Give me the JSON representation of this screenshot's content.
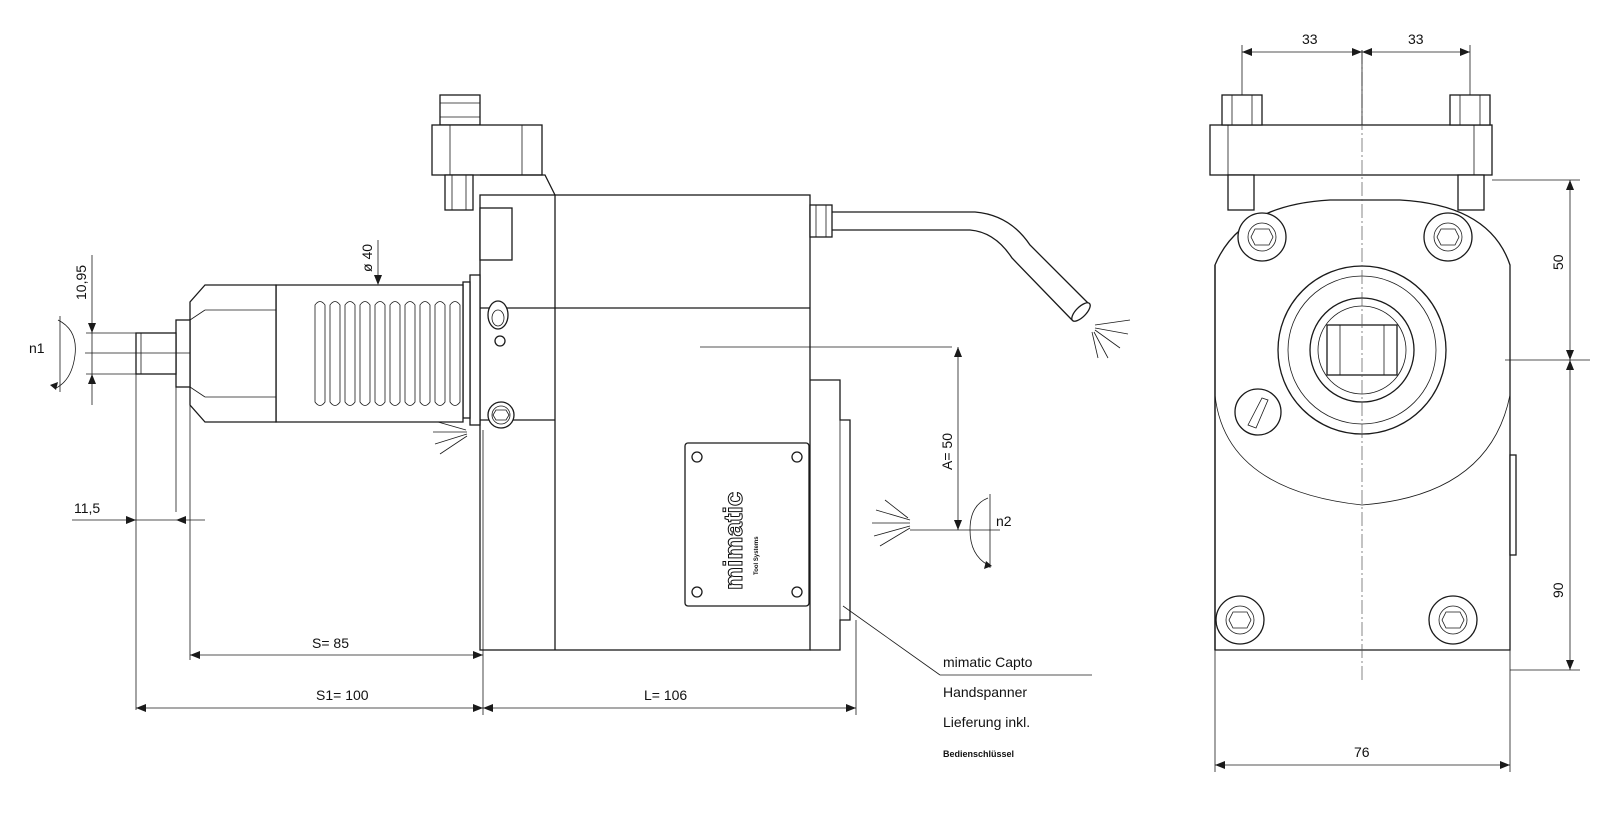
{
  "dimensions": {
    "d1095": "10,95",
    "n1": "n1",
    "d40": "ø 40",
    "d115": "11,5",
    "s85": "S=  85",
    "s1_100": "S1=  100",
    "l106": "L=  106",
    "a50": "A= 50",
    "n2": "n2",
    "d33_left": "33",
    "d33_right": "33",
    "d50": "50",
    "d90": "90",
    "d76": "76"
  },
  "notes": {
    "line1": "mimatic Capto",
    "line2": "Handspanner",
    "line3": "Lieferung inkl.",
    "line4": "Bedienschlüssel"
  },
  "nameplate": {
    "brand": "mimatic",
    "sub": "Tool Systems"
  }
}
